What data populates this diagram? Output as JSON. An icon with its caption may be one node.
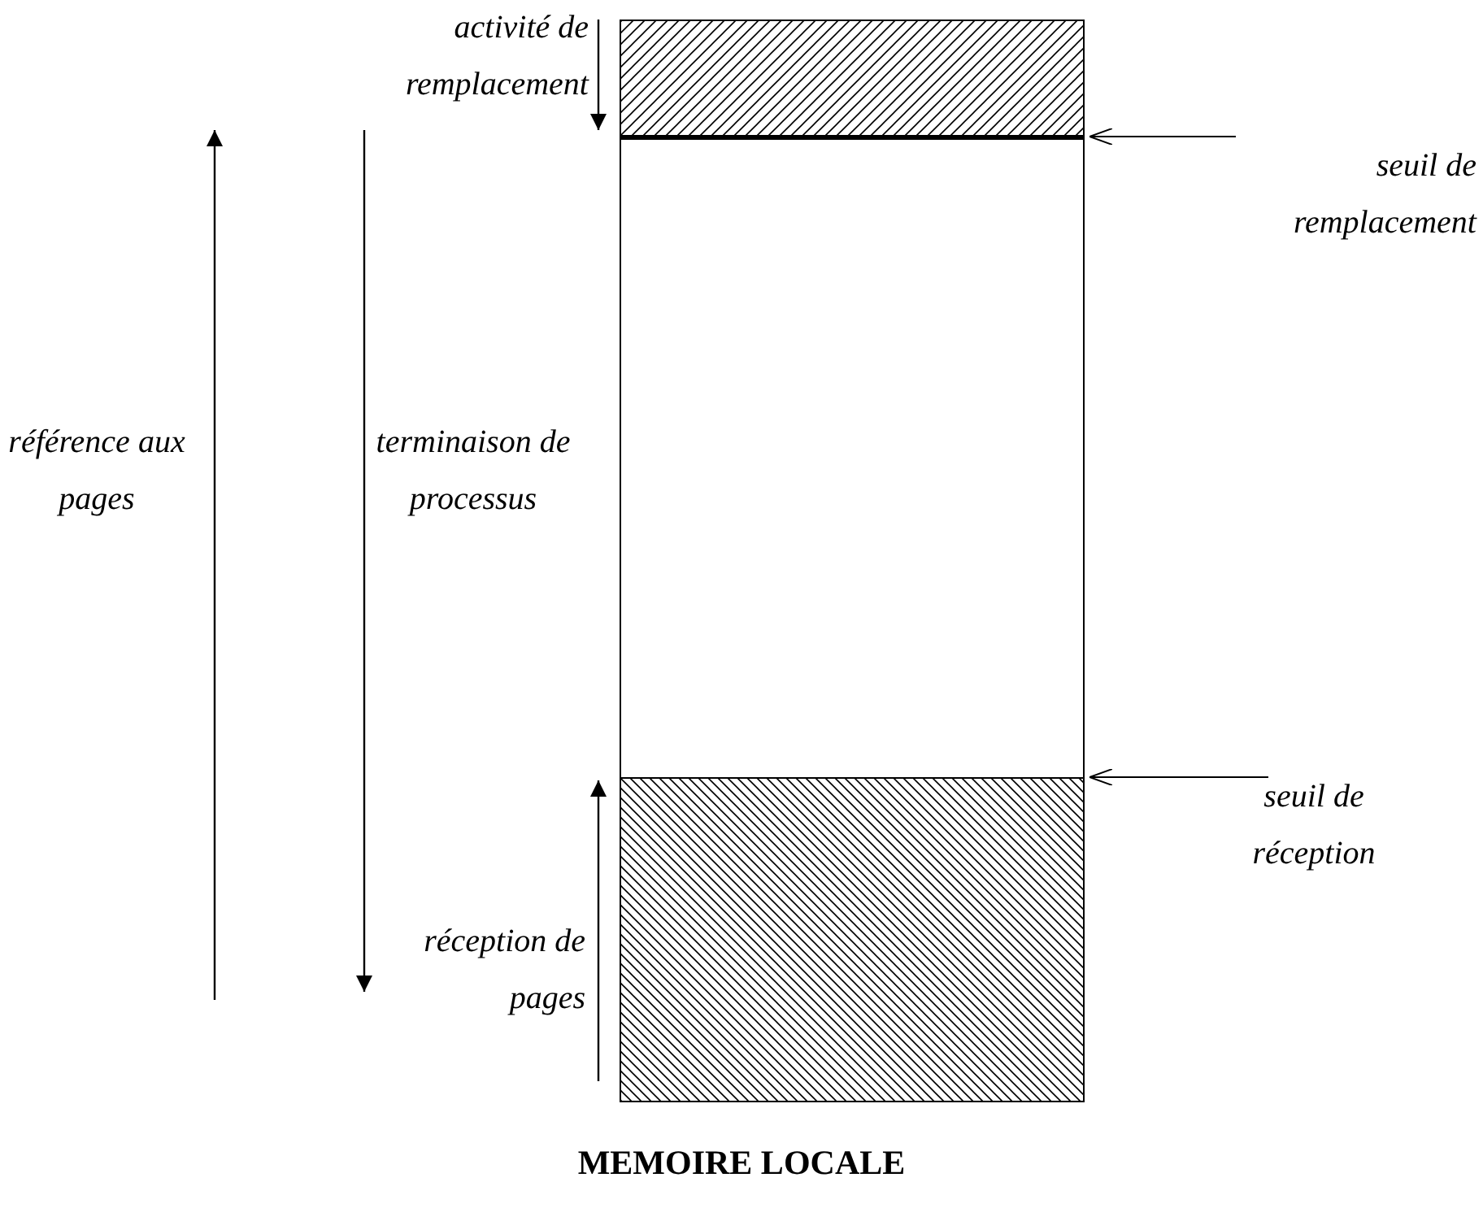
{
  "diagram": {
    "title": "MEMOIRE LOCALE",
    "nodes": [
      {
        "text": [],
        "shape": "box"
      },
      {
        "text": [],
        "shape": "box"
      },
      {
        "text": [],
        "shape": "box"
      },
      {
        "text": [
          "seuil de remplacement"
        ]
      },
      {
        "text": [
          "seuil de réception"
        ]
      }
    ],
    "edges": [
      {
        "from": 3,
        "to": 1,
        "arrow": "to"
      },
      {
        "from": 4,
        "to": 2,
        "arrow": "to"
      }
    ],
    "labels": [
      "activité de remplacement",
      "référence aux pages",
      "terminaison de processus",
      "réception de pages"
    ]
  }
}
